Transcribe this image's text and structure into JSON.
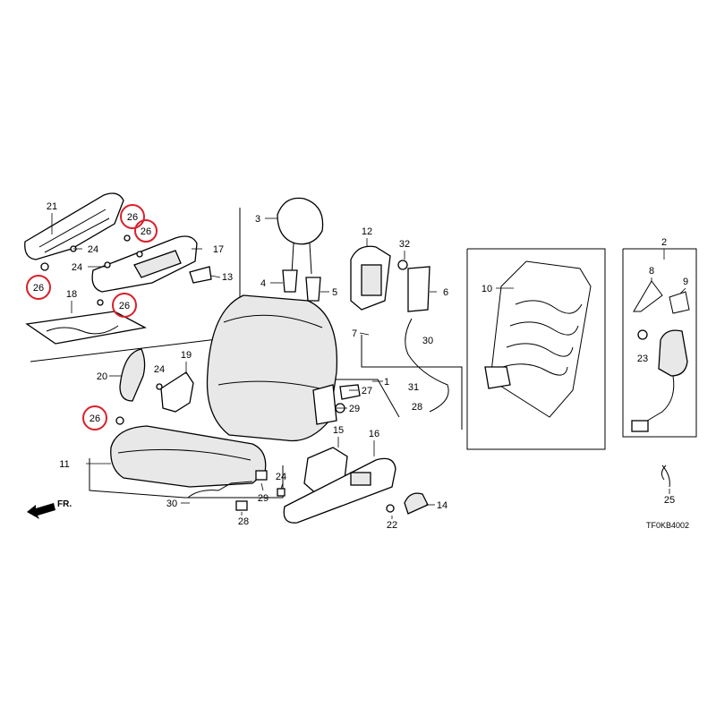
{
  "diagram": {
    "ref_code": "TF0KB4002",
    "direction_label": "FR.",
    "highlight_color": "#d9202a",
    "parts": [
      "1",
      "2",
      "3",
      "4",
      "5",
      "6",
      "7",
      "8",
      "9",
      "10",
      "11",
      "12",
      "13",
      "14",
      "15",
      "16",
      "17",
      "18",
      "19",
      "20",
      "21",
      "22",
      "23",
      "24",
      "25",
      "26",
      "27",
      "28",
      "29",
      "30",
      "31",
      "32"
    ],
    "label_instances": [
      "21",
      "26",
      "26",
      "24",
      "24",
      "17",
      "13",
      "26",
      "18",
      "26",
      "20",
      "24",
      "19",
      "26",
      "11",
      "30",
      "24",
      "29",
      "28",
      "3",
      "4",
      "5",
      "12",
      "32",
      "6",
      "7",
      "30",
      "31",
      "28",
      "27",
      "1",
      "29",
      "15",
      "16",
      "22",
      "14",
      "10",
      "2",
      "8",
      "9",
      "23",
      "25"
    ]
  }
}
